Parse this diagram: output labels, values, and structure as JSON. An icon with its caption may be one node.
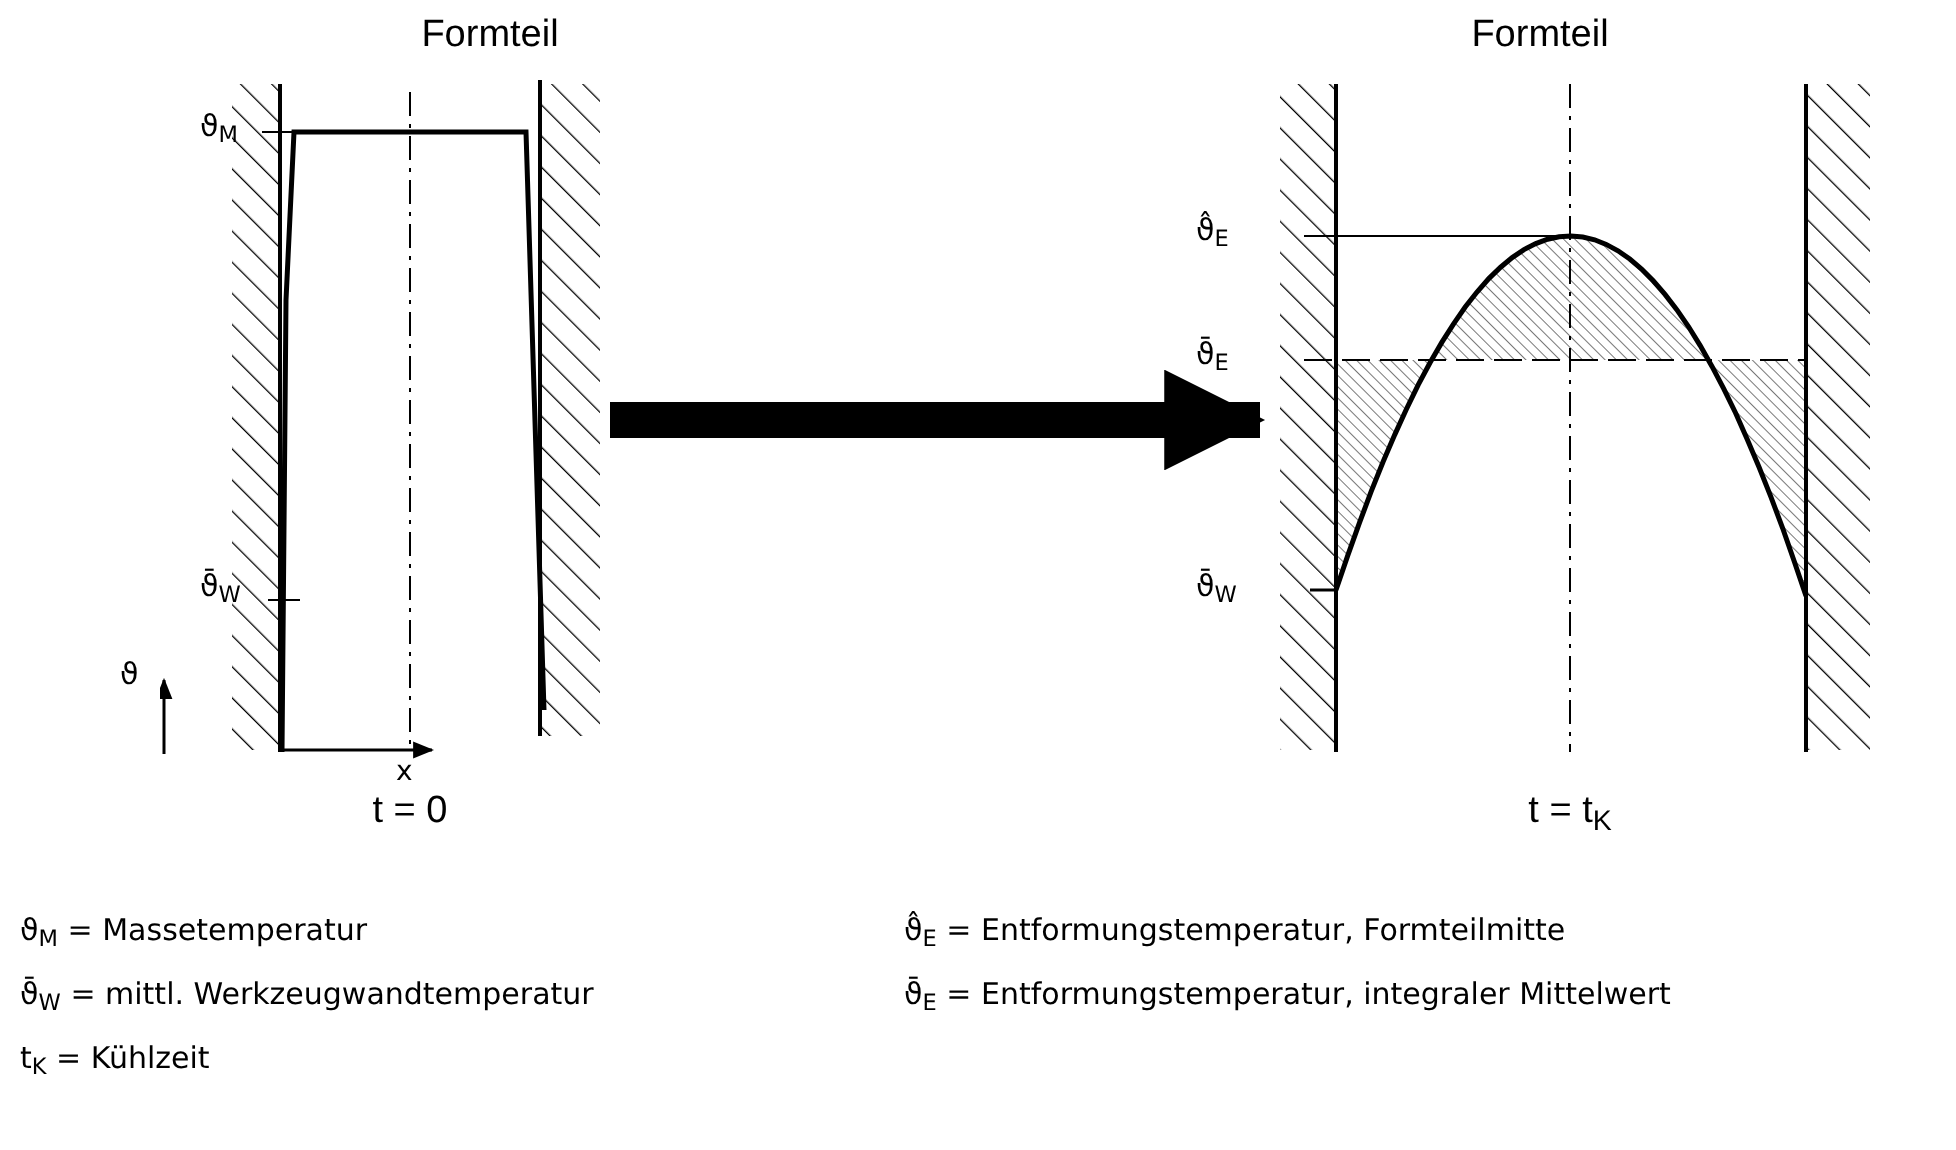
{
  "diagram": {
    "nodes": [
      {
        "text": [],
        "shape": "picture",
        "beside": [
          "Formteil",
          "t = 0"
        ]
      },
      {
        "text": [],
        "shape": "picture",
        "beside": [
          "Formteil",
          "t = t$_{K}$"
        ]
      }
    ],
    "edges": [
      {
        "from": 0,
        "to": 1,
        "arrow": "to"
      }
    ],
    "labels": [
      "ϑ$_{M}$",
      "ϑ̂$_{E}$",
      "ϑ̄$_{E}$",
      "ϑ̄$_{W}$",
      "ϑ̄$_{W}$",
      "ϑ",
      "x",
      "ϑ$_{M}$ = Massetemperatur",
      "ϑ̂$_{E}$ = Entformungstemperatur, Formteilmitte",
      "ϑ̄$_{W}$ = mittl. Werkzeugwandtemperatur",
      "ϑ̄$_{E}$ = Entformungstemperatur, integraler Mittelwert",
      "t$_{K}$ = Kühlzeit"
    ]
  }
}
